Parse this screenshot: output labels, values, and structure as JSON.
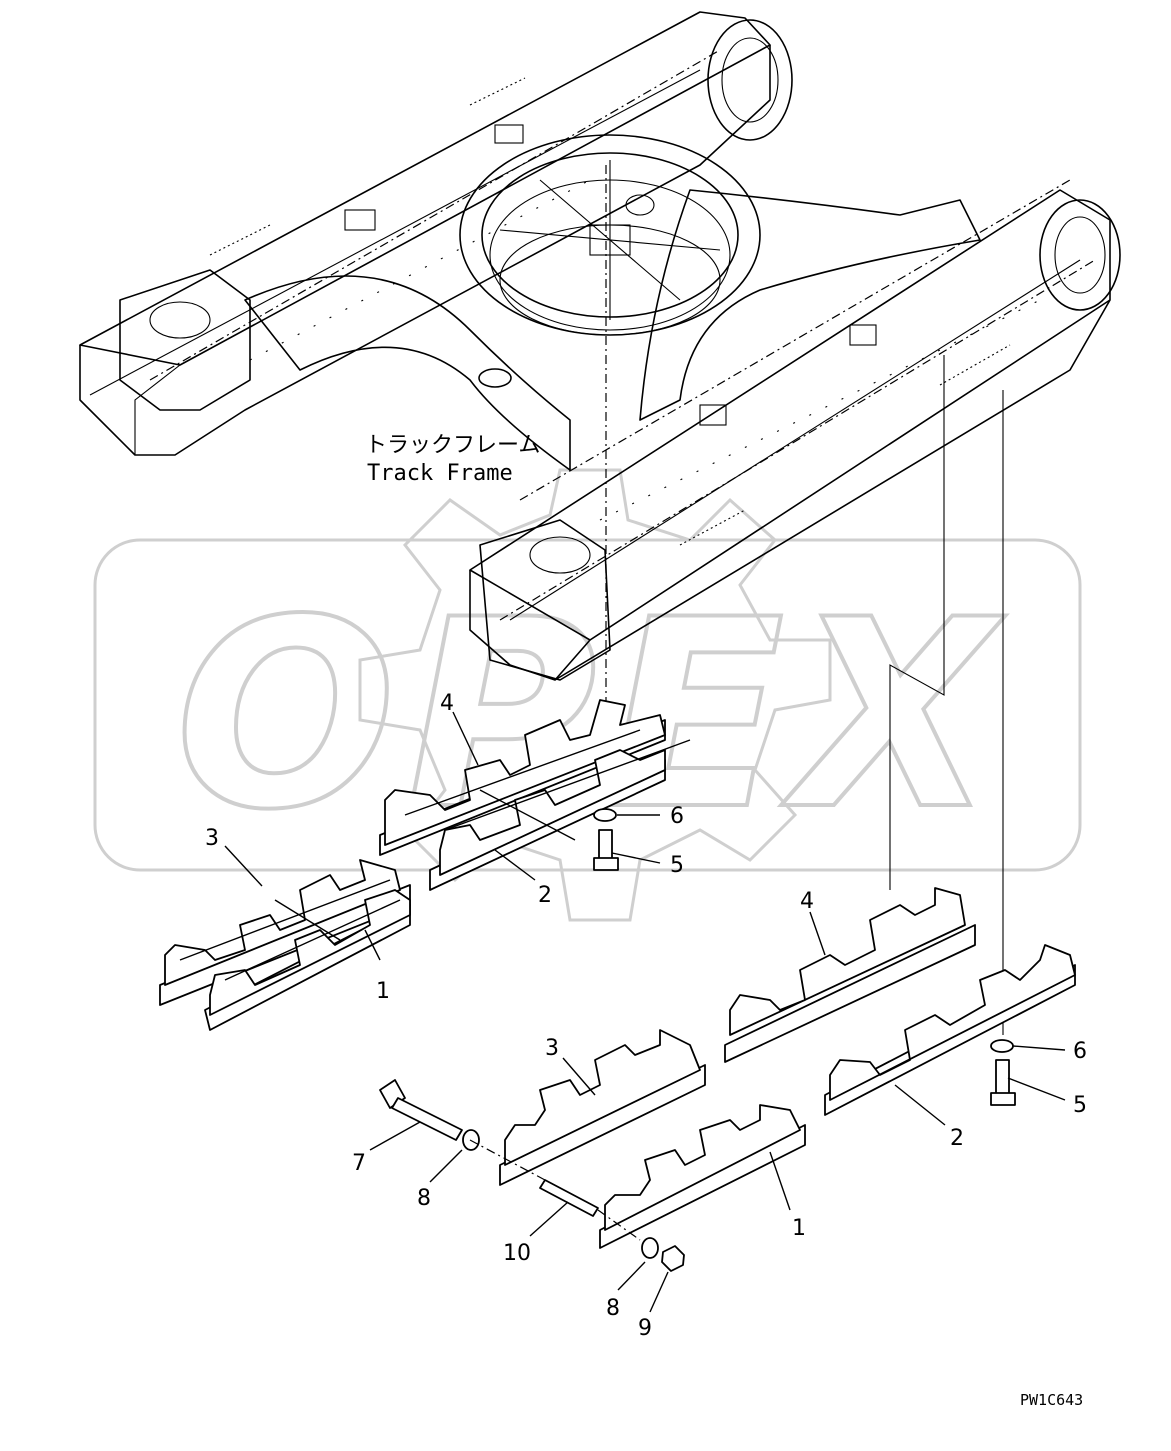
{
  "frame_label_jp": "トラックフレーム",
  "frame_label_en": "Track Frame",
  "watermark": "OPEX",
  "drawing_code": "PW1C643",
  "callouts": [
    {
      "id": "c1a",
      "text": "4"
    },
    {
      "id": "c1b",
      "text": "3"
    },
    {
      "id": "c1c",
      "text": "6"
    },
    {
      "id": "c1d",
      "text": "5"
    },
    {
      "id": "c1e",
      "text": "2"
    },
    {
      "id": "c1f",
      "text": "1"
    },
    {
      "id": "c2a",
      "text": "4"
    },
    {
      "id": "c2b",
      "text": "3"
    },
    {
      "id": "c2c",
      "text": "6"
    },
    {
      "id": "c2d",
      "text": "5"
    },
    {
      "id": "c2e",
      "text": "2"
    },
    {
      "id": "c2f",
      "text": "1"
    },
    {
      "id": "c2g",
      "text": "7"
    },
    {
      "id": "c2h",
      "text": "8"
    },
    {
      "id": "c2i",
      "text": "10"
    },
    {
      "id": "c2j",
      "text": "8"
    },
    {
      "id": "c2k",
      "text": "9"
    }
  ]
}
